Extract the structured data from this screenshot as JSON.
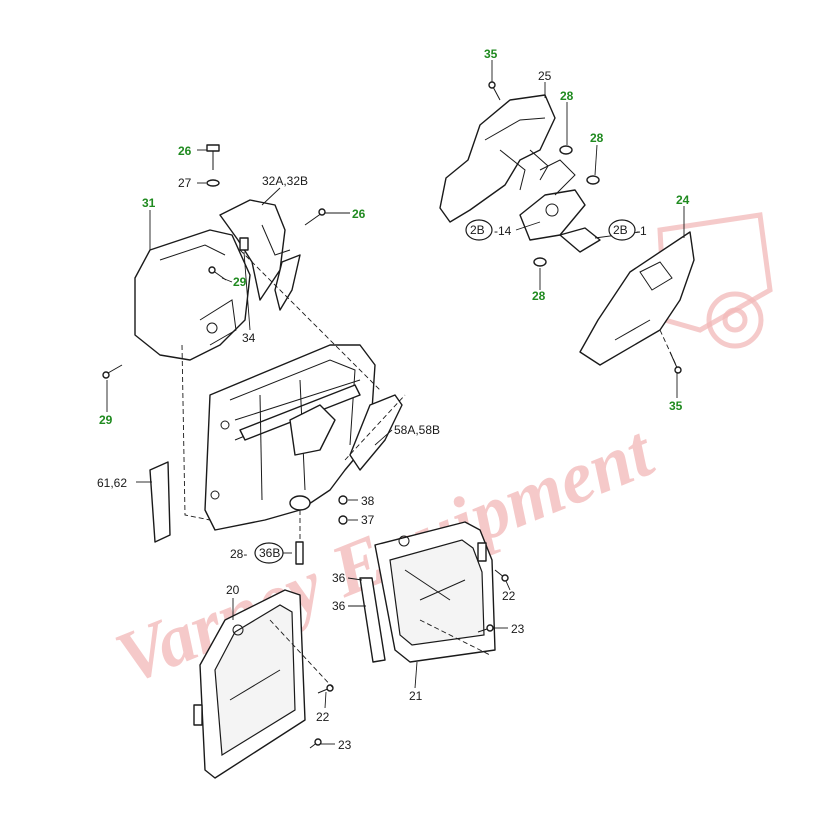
{
  "watermark": {
    "text": "Varney Equipment",
    "color": "#f2b8b8"
  },
  "colors": {
    "line": "#1a1a1a",
    "green_label": "#1f8a1f"
  },
  "labels": {
    "l35_top": "35",
    "l25": "25",
    "l28_a": "28",
    "l28_b": "28",
    "l28_c": "28",
    "l2b_14_ref": "2B",
    "l2b_14_num": "-14",
    "l2b_1_ref": "2B",
    "l2b_1_num": "-1",
    "l24": "24",
    "l35_bot": "35",
    "l26_a": "26",
    "l27": "27",
    "l32": "32A,32B",
    "l26_b": "26",
    "l31": "31",
    "l29_a": "29",
    "l34": "34",
    "l29_b": "29",
    "l58": "58A,58B",
    "l61": "61,62",
    "l38": "38",
    "l37": "37",
    "l28_d": "28-",
    "l36b_ref": "36B",
    "l36_a": "36",
    "l36_b": "36",
    "l20": "20",
    "l22_a": "22",
    "l23_a": "23",
    "l21": "21",
    "l22_b": "22",
    "l23_b": "23"
  }
}
